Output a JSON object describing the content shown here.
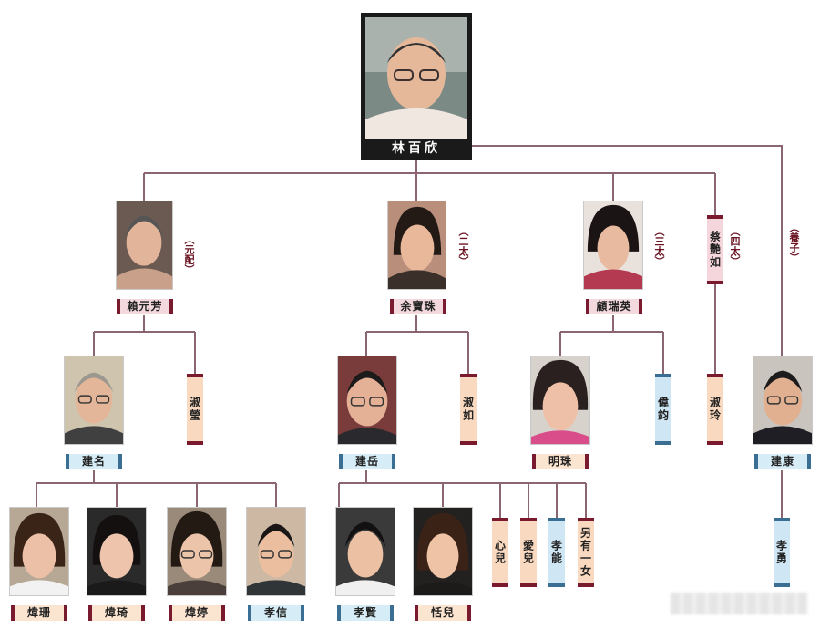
{
  "root": {
    "name": "林百欣"
  },
  "spouses": [
    {
      "id": "yuanpei",
      "name": "賴元芳",
      "note": "（元配）"
    },
    {
      "id": "ertai",
      "name": "余寶珠",
      "note": "（二太）"
    },
    {
      "id": "santai",
      "name": "顧瑞英",
      "note": "（三太）"
    },
    {
      "id": "sitai",
      "name": "蔡艷如",
      "note": "（四太）"
    },
    {
      "id": "yangzi",
      "name": "",
      "note": "（養子）"
    }
  ],
  "children": [
    {
      "id": "jianming",
      "name": "建名"
    },
    {
      "id": "shuying",
      "name": "淑瑩"
    },
    {
      "id": "jianyue",
      "name": "建岳"
    },
    {
      "id": "shuru",
      "name": "淑如"
    },
    {
      "id": "mingzhu",
      "name": "明珠"
    },
    {
      "id": "weijun",
      "name": "偉鈞"
    },
    {
      "id": "shuling",
      "name": "淑玲"
    },
    {
      "id": "jiankang",
      "name": "建康"
    }
  ],
  "grandchildren": [
    {
      "id": "wei1",
      "name": "煒珊"
    },
    {
      "id": "wei2",
      "name": "煒琦"
    },
    {
      "id": "wei3",
      "name": "煒婷"
    },
    {
      "id": "xiaoxin",
      "name": "孝信"
    },
    {
      "id": "xiaoxian",
      "name": "孝賢"
    },
    {
      "id": "tianer",
      "name": "恬兒"
    },
    {
      "id": "xiner",
      "name": "心兒"
    },
    {
      "id": "aier",
      "name": "愛兒"
    },
    {
      "id": "xiaoneng",
      "name": "孝能"
    },
    {
      "id": "lingyounv",
      "name": "另有一女"
    },
    {
      "id": "xiaoyong",
      "name": "孝勇"
    }
  ],
  "colors": {
    "line": "#8a6670",
    "accent_red": "#7a1a2e",
    "accent_blue": "#3a6f93"
  }
}
